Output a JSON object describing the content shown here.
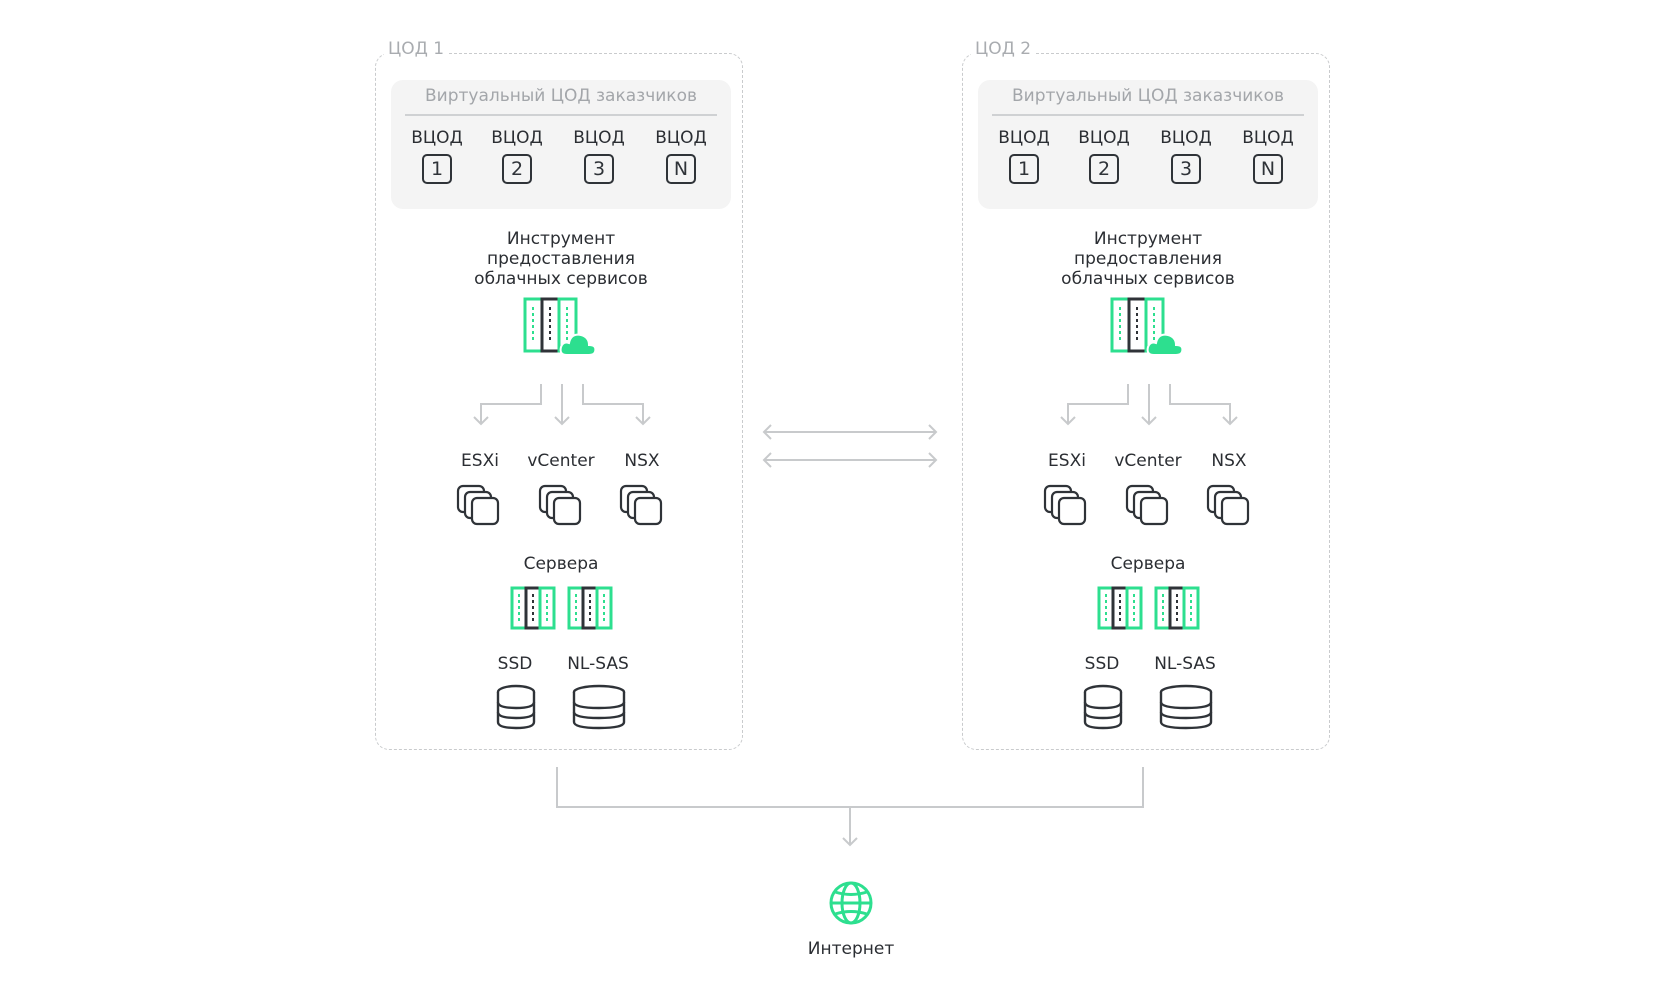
{
  "datacenters": [
    {
      "title": "ЦОД 1",
      "vdc_panel_title": "Виртуальный ЦОД заказчиков",
      "vdcs": [
        {
          "label": "ВЦОД",
          "id": "1"
        },
        {
          "label": "ВЦОД",
          "id": "2"
        },
        {
          "label": "ВЦОД",
          "id": "3"
        },
        {
          "label": "ВЦОД",
          "id": "N"
        }
      ],
      "tool_label": [
        "Инструмент",
        "предоставления",
        "облачных сервисов"
      ],
      "components": [
        "ESXi",
        "vCenter",
        "NSX"
      ],
      "servers_label": "Сервера",
      "storage": [
        "SSD",
        "NL-SAS"
      ]
    },
    {
      "title": "ЦОД 2",
      "vdc_panel_title": "Виртуальный ЦОД заказчиков",
      "vdcs": [
        {
          "label": "ВЦОД",
          "id": "1"
        },
        {
          "label": "ВЦОД",
          "id": "2"
        },
        {
          "label": "ВЦОД",
          "id": "3"
        },
        {
          "label": "ВЦОД",
          "id": "N"
        }
      ],
      "tool_label": [
        "Инструмент",
        "предоставления",
        "облачных сервисов"
      ],
      "components": [
        "ESXi",
        "vCenter",
        "NSX"
      ],
      "servers_label": "Сервера",
      "storage": [
        "SSD",
        "NL-SAS"
      ]
    }
  ],
  "internet_label": "Интернет",
  "colors": {
    "accent_green": "#2ddf8f",
    "dark": "#2f3338",
    "connector": "#c8cacc",
    "dashed_border": "#c9cbcd",
    "panel_bg": "#f4f4f4"
  },
  "icons": {
    "tool": "server-cloud-icon",
    "component": "stacked-squares-icon",
    "server": "server-rack-icon",
    "storage": "database-icon",
    "internet": "globe-icon"
  }
}
